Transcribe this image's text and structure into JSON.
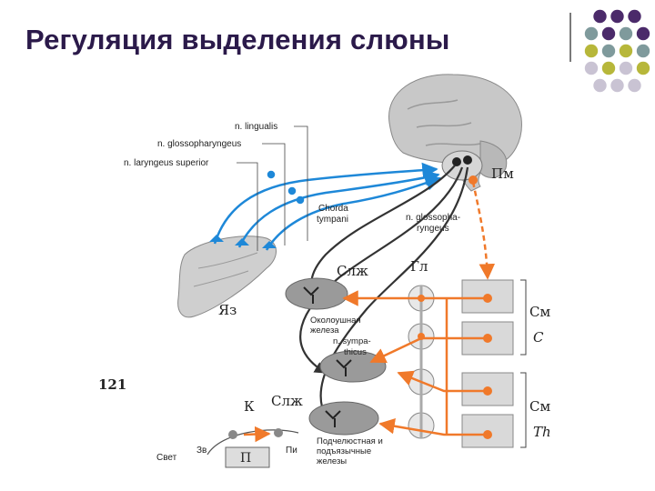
{
  "slide": {
    "title": "Регуляция выделения слюны"
  },
  "decor": {
    "colors": {
      "purple": "#4b2a6a",
      "teal": "#7f9a9c",
      "olive": "#b7b73a",
      "lavender": "#c9c3d3"
    },
    "dot_grid": [
      [
        "purple",
        "purple",
        "purple"
      ],
      [
        "teal",
        "purple",
        "teal",
        "purple"
      ],
      [
        "olive",
        "teal",
        "olive",
        "teal"
      ],
      [
        "lavender",
        "olive",
        "lavender",
        "olive"
      ],
      [
        "lavender",
        "lavender",
        "lavender"
      ]
    ]
  },
  "diagram": {
    "nerve_labels": {
      "lingualis": "n. lingualis",
      "glossopharyngeus": "n. glossopharyngeus",
      "laryngeus": "n. laryngeus superior",
      "chorda": "Chorda",
      "tympani": "tympani",
      "glossopha": "n. glossopha-",
      "ryngeus": "ryngeus"
    },
    "structure_labels": {
      "pm": "Пм",
      "gl": "Гл",
      "slzh_top": "Слж",
      "slzh_bottom": "Слж",
      "yaz": "Яз",
      "sm_c": "См",
      "c": "C",
      "sm_th": "См",
      "th": "Th",
      "k": "К",
      "p": "П",
      "svet": "Свет",
      "zv": "Зв",
      "pi": "Пи",
      "fig_number": "121"
    },
    "gland_labels": {
      "parotid_1": "Околоушная",
      "parotid_2": "железа",
      "sympathicus_1": "n. sympa-",
      "sympathicus_2": "thicus",
      "submandibular_1": "Подчелюстная и",
      "submandibular_2": "подъязычные",
      "submandibular_3": "железы"
    },
    "colors": {
      "afferent": "#1e88d8",
      "efferent_para": "#333333",
      "sympathetic": "#f0792a",
      "brain": "#c8c8c8",
      "gland": "#9a9a9a",
      "spine": "#d9d9d9"
    }
  }
}
